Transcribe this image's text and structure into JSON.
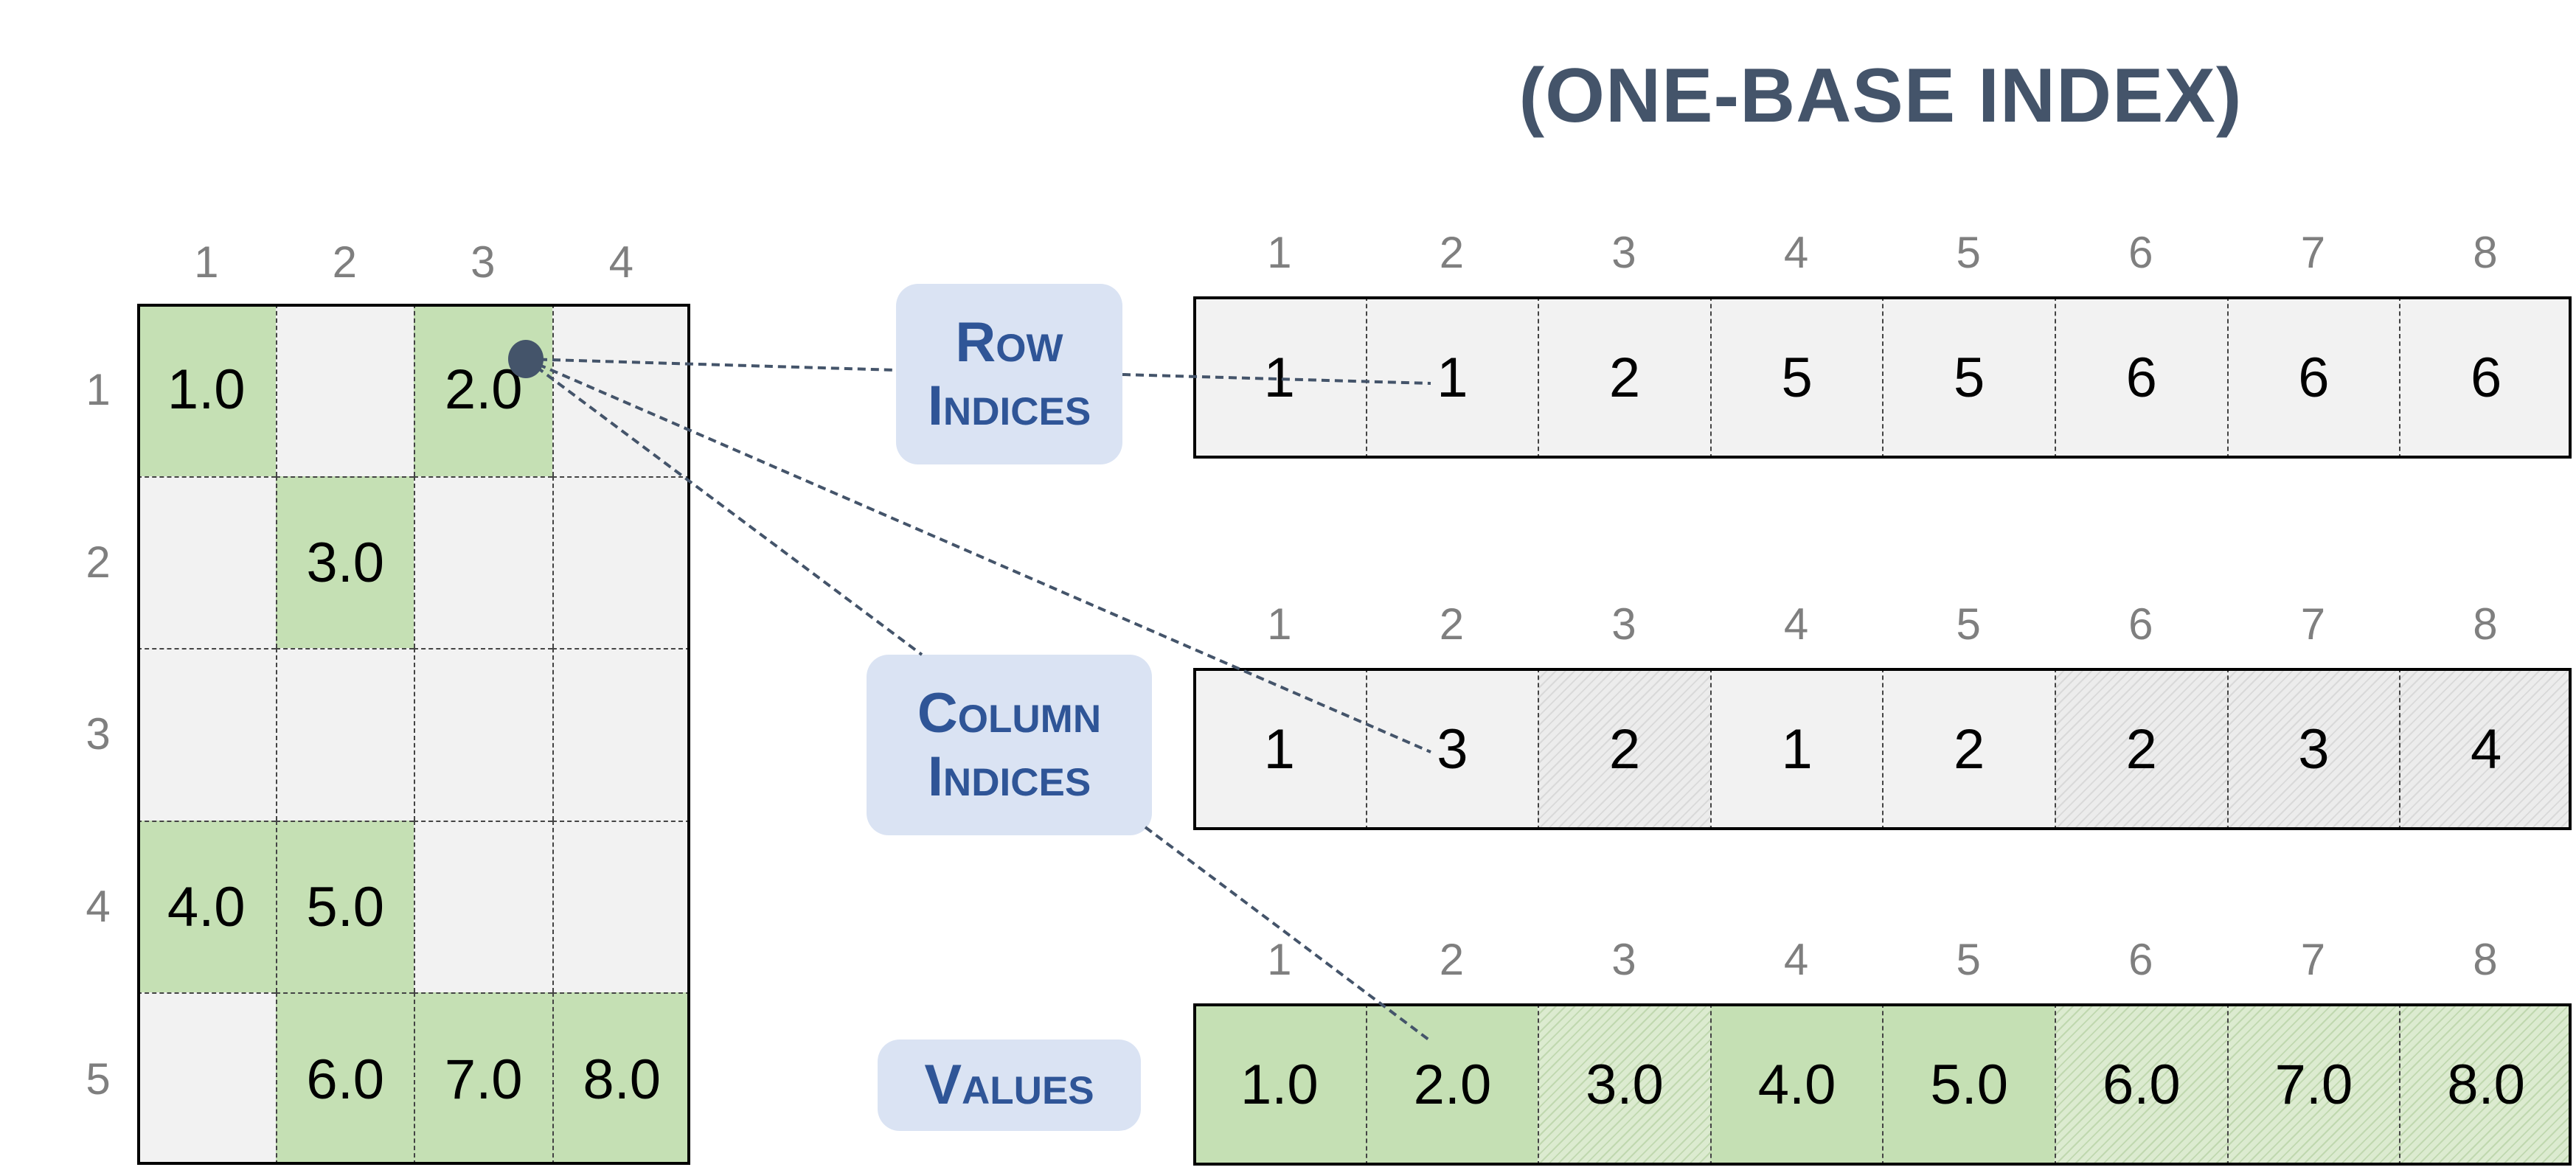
{
  "title": "(ONE-BASE INDEX)",
  "matrix": {
    "column_labels": [
      "1",
      "2",
      "3",
      "4"
    ],
    "row_labels": [
      "1",
      "2",
      "3",
      "4",
      "5"
    ],
    "cells": [
      [
        "1.0",
        "",
        "2.0",
        ""
      ],
      [
        "",
        "3.0",
        "",
        ""
      ],
      [
        "",
        "",
        "",
        ""
      ],
      [
        "4.0",
        "5.0",
        "",
        ""
      ],
      [
        "",
        "6.0",
        "7.0",
        "8.0"
      ]
    ],
    "highlighted": [
      [
        true,
        false,
        true,
        false
      ],
      [
        false,
        true,
        false,
        false
      ],
      [
        false,
        false,
        false,
        false
      ],
      [
        true,
        true,
        false,
        false
      ],
      [
        false,
        true,
        true,
        true
      ]
    ]
  },
  "arrays": [
    {
      "id": "row",
      "label_lines": [
        "Row",
        "Indices"
      ],
      "position_labels": [
        "1",
        "2",
        "3",
        "4",
        "5",
        "6",
        "7",
        "8"
      ],
      "values": [
        "1",
        "1",
        "2",
        "5",
        "5",
        "6",
        "6",
        "6"
      ],
      "cell_styles": [
        "plain",
        "plain",
        "plain",
        "plain",
        "plain",
        "plain",
        "plain",
        "plain"
      ]
    },
    {
      "id": "column",
      "label_lines": [
        "Column",
        "Indices"
      ],
      "position_labels": [
        "1",
        "2",
        "3",
        "4",
        "5",
        "6",
        "7",
        "8"
      ],
      "values": [
        "1",
        "3",
        "2",
        "1",
        "2",
        "2",
        "3",
        "4"
      ],
      "cell_styles": [
        "plain",
        "plain",
        "hatched",
        "plain",
        "plain",
        "hatched",
        "hatched",
        "hatched"
      ]
    },
    {
      "id": "values",
      "label_lines": [
        "Values"
      ],
      "position_labels": [
        "1",
        "2",
        "3",
        "4",
        "5",
        "6",
        "7",
        "8"
      ],
      "values": [
        "1.0",
        "2.0",
        "3.0",
        "4.0",
        "5.0",
        "6.0",
        "7.0",
        "8.0"
      ],
      "cell_styles": [
        "green",
        "green",
        "green-hatched",
        "green",
        "green",
        "green-hatched",
        "green-hatched",
        "green-hatched"
      ]
    }
  ],
  "colors": {
    "title": "#44546a",
    "label_text": "#2f5597",
    "label_fill": "#dae3f3",
    "highlight_fill": "#c5e0b4",
    "cell_fill": "#f2f2f2",
    "index_text": "#7f7f7f",
    "connector": "#44546a"
  }
}
